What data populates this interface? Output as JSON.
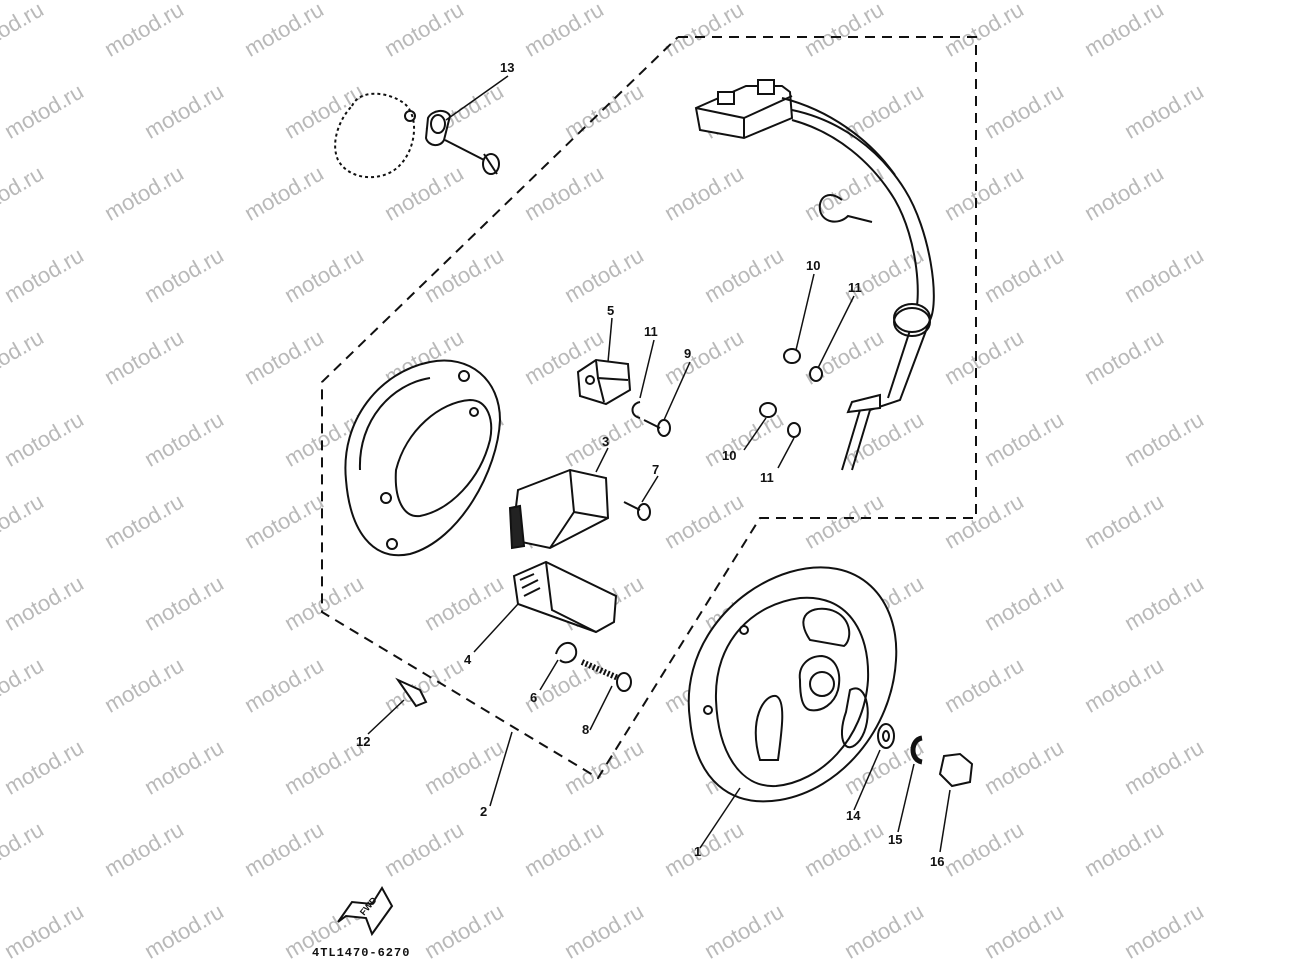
{
  "watermark": "motod.ru",
  "callouts": [
    "1",
    "2",
    "3",
    "4",
    "5",
    "6",
    "7",
    "8",
    "9",
    "10",
    "10",
    "11",
    "11",
    "11",
    "12",
    "13",
    "14",
    "15",
    "16"
  ],
  "fwd_label": "FWD",
  "part_code": "4TL1470-6270"
}
